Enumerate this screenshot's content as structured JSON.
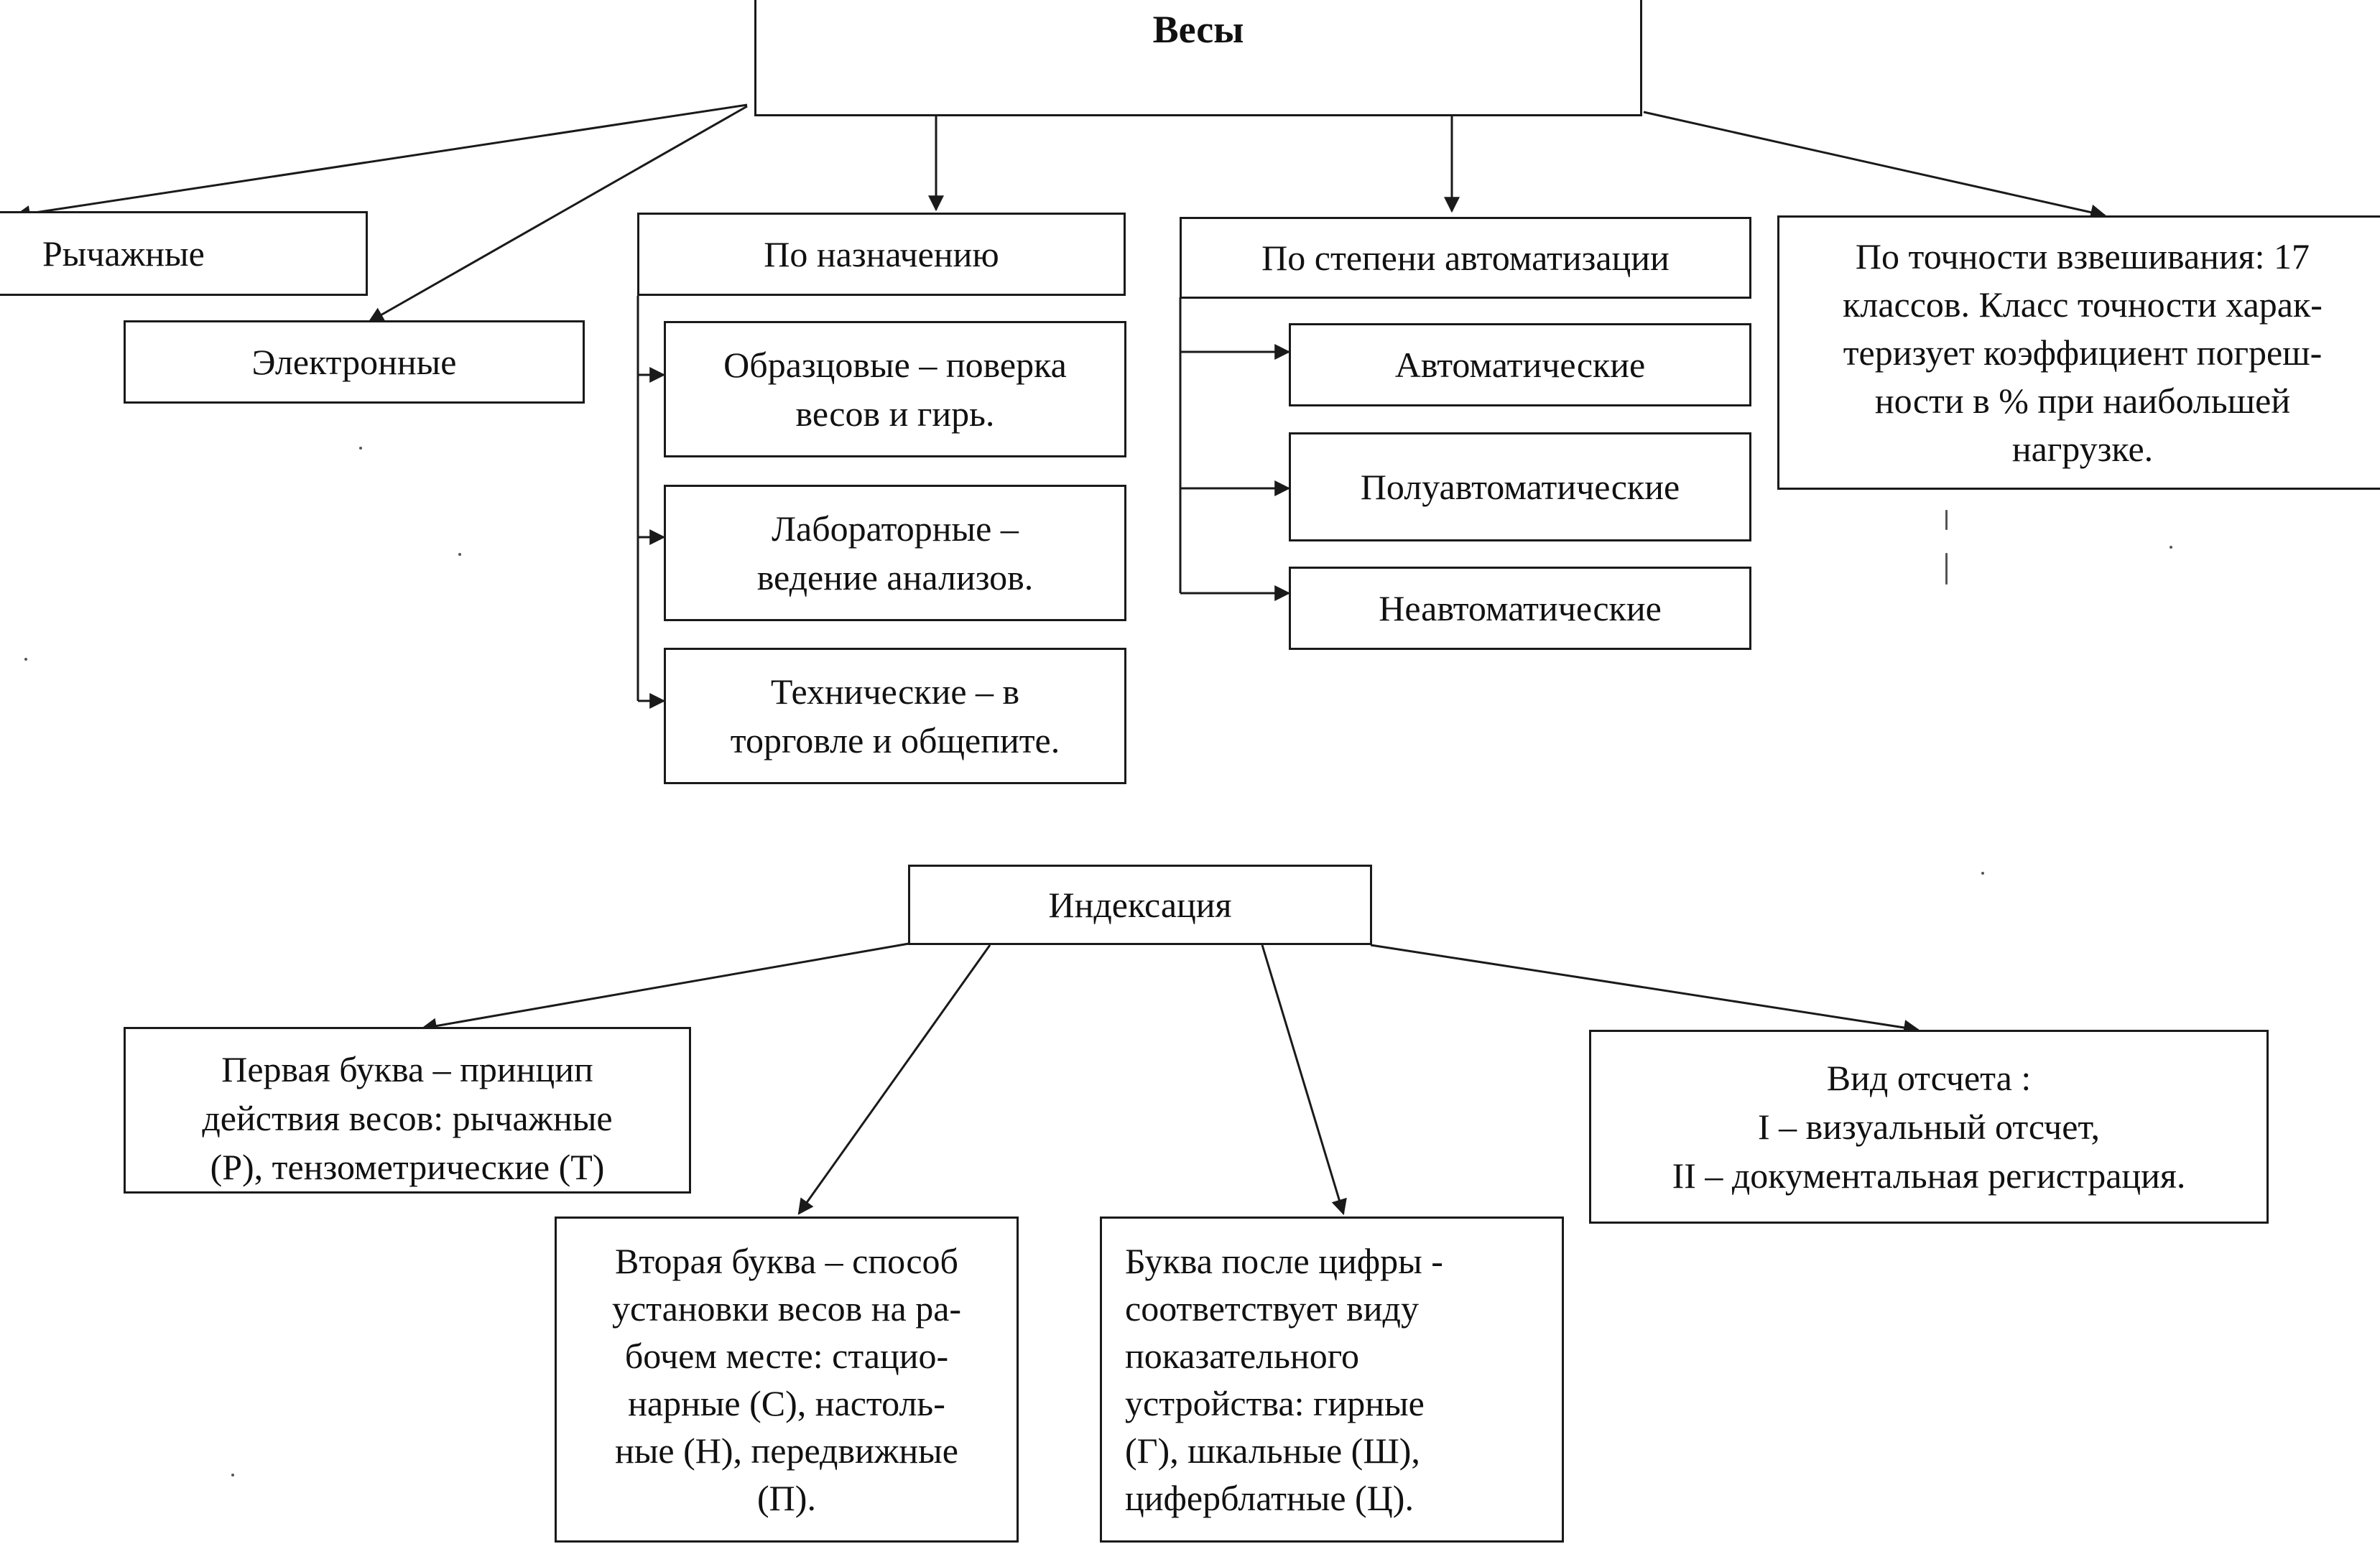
{
  "root": {
    "label": "Весы"
  },
  "categories": {
    "lever": "Рычажные",
    "electronic": "Электронные",
    "purpose": {
      "label": "По назначению",
      "children": [
        "Образцовые – поверка\nвесов и гирь.",
        "Лабораторные –\nведение анализов.",
        "Технические – в\nторговле и общепите."
      ]
    },
    "automation": {
      "label": "По степени автоматизации",
      "children": [
        "Автоматические",
        "Полуавтоматические",
        "Неавтоматические"
      ]
    },
    "accuracy": "По точности взвешивания: 17\nклассов. Класс точности харак-\nтеризует коэффициент погреш-\nности в % при наибольшей\nнагрузке."
  },
  "indexing": {
    "label": "Индексация",
    "first_letter": "Первая буква – принцип\nдействия весов: рычажные\n(Р), тензометрические (Т)",
    "second_letter": "Вторая буква – способ\nустановки весов на ра-\nбочем месте: стацио-\nнарные (С), настоль-\nные (Н), передвижные\n(П).",
    "after_digit": "Буква после цифры -\nсоответствует виду\nпоказательного\nустройства: гирные\n(Г), шкальные (Ш),\nциферблатные (Ц).",
    "reading": "Вид отсчета :\nI – визуальный отсчет,\nII – документальная регистрация."
  }
}
